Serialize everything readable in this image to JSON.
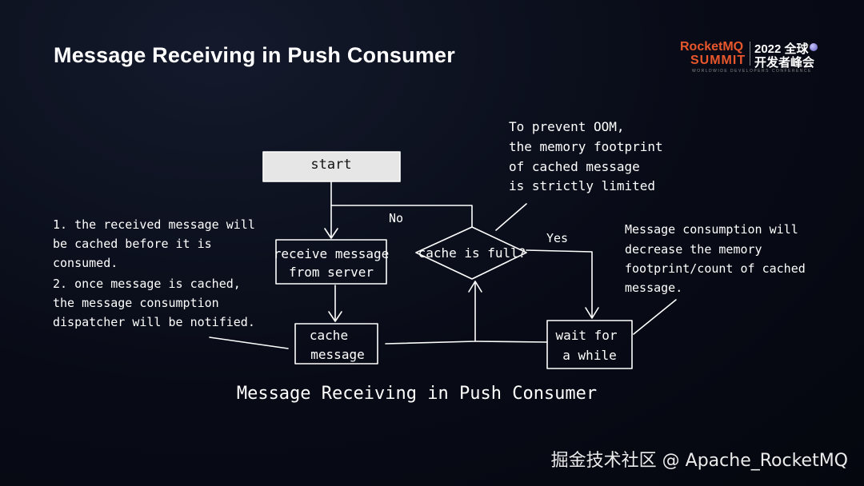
{
  "title": "Message Receiving in Push Consumer",
  "logo": {
    "brand": "RocketMQ",
    "brand_line2": "SUMMIT",
    "year": "2022 全球",
    "event": "开发者峰会",
    "tagline": "WORLDWIDE DEVELOPERS CONFERENCE"
  },
  "diagram": {
    "nodes": {
      "start": "start",
      "receive_line1": "receive message",
      "receive_line2": "from server",
      "decision": "cache is full?",
      "cache_line1": "cache",
      "cache_line2": "message",
      "wait_line1": "wait for",
      "wait_line2": "a while"
    },
    "edge_labels": {
      "no": "No",
      "yes": "Yes"
    },
    "notes": {
      "oom": [
        "To prevent OOM,",
        "the memory footprint",
        "of cached message",
        "is strictly limited"
      ],
      "left": [
        "1. the received message will",
        "be cached before it is",
        "consumed.",
        "2. once message is cached,",
        "the message consumption",
        "dispatcher will be notified."
      ],
      "right": [
        "Message consumption will",
        "decrease the memory",
        "footprint/count of cached",
        "message."
      ]
    },
    "caption": "Message Receiving in Push Consumer"
  },
  "watermark": "掘金技术社区 @ Apache_RocketMQ"
}
